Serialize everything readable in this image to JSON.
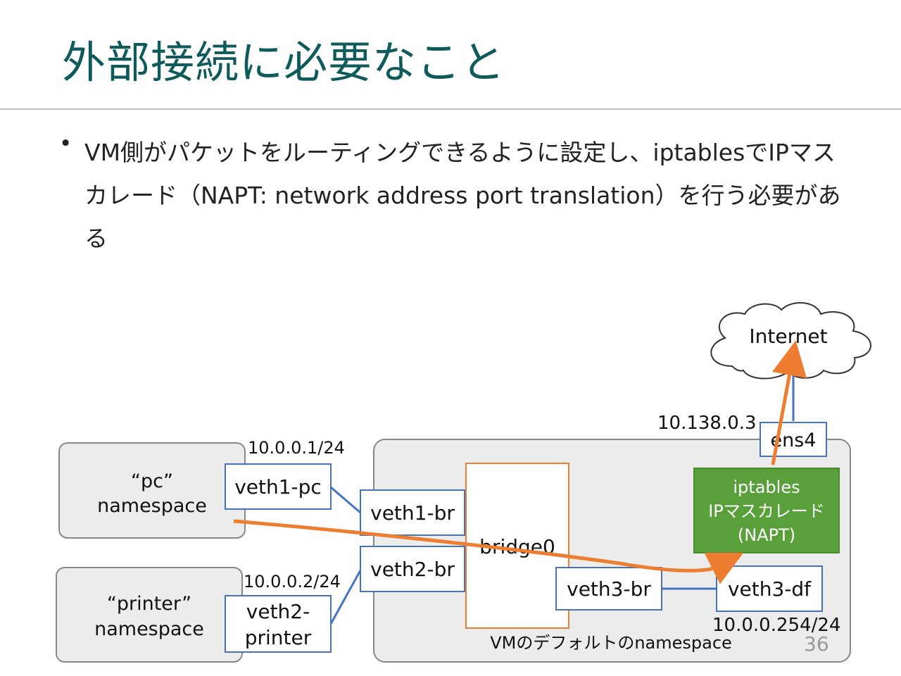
{
  "slide": {
    "title": "外部接続に必要なこと",
    "bullet_marker": "•",
    "bullet_text": "VM側がパケットをルーティングできるように設定し、iptablesでIPマスカレード（NAPT: network address port translation）を行う必要がある",
    "page_number": "36"
  },
  "diagram": {
    "cloud_label": "Internet",
    "ip_ens4": "10.138.0.3",
    "iface_ens4": "ens4",
    "pc_ns": {
      "line1": "“pc”",
      "line2": "namespace"
    },
    "printer_ns": {
      "line1": "“printer”",
      "line2": "namespace"
    },
    "ip_pc": "10.0.0.1/24",
    "ip_printer": "10.0.0.2/24",
    "veth1_pc": "veth1-pc",
    "veth2_printer": {
      "line1": "veth2-",
      "line2": "printer"
    },
    "veth1_br": "veth1-br",
    "veth2_br": "veth2-br",
    "bridge": "bridge0",
    "veth3_br": "veth3-br",
    "veth3_df": "veth3-df",
    "ip_df": "10.0.0.254/24",
    "iptables": {
      "line1": "iptables",
      "line2": "IPマスカレード",
      "line3": "(NAPT)"
    },
    "vm_ns_label": "VMのデフォルトのnamespace"
  },
  "colors": {
    "title": "#0f5a5a",
    "link_blue": "#4472c4",
    "bridge_orange": "#ed7d31",
    "flow_arrow": "#ed7d31",
    "iptables_green": "#5aa03a",
    "namespace_gray": "#ececec"
  }
}
